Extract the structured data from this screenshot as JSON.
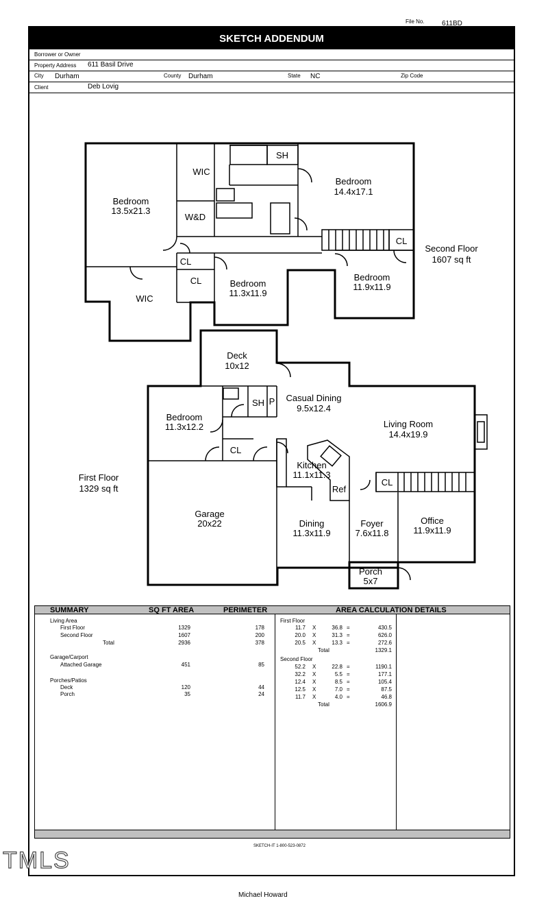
{
  "header": {
    "file_no_label": "File No.",
    "file_no": "611BD",
    "title": "SKETCH ADDENDUM",
    "borrower_label": "Borrower or Owner",
    "borrower": "",
    "property_label": "Property Address",
    "property": "611 Basil Drive",
    "city_label": "City",
    "city": "Durham",
    "county_label": "County",
    "county": "Durham",
    "state_label": "State",
    "state": "NC",
    "zip_label": "Zip Code",
    "zip": "",
    "client_label": "Client",
    "client": "Deb Lovig"
  },
  "sketch": {
    "second_floor": {
      "caption": "Second Floor",
      "area": "1607 sq ft",
      "rooms": [
        {
          "name": "Bedroom",
          "dims": "13.5x21.3"
        },
        {
          "name": "WIC",
          "dims": ""
        },
        {
          "name": "SH",
          "dims": ""
        },
        {
          "name": "Bedroom",
          "dims": "14.4x17.1"
        },
        {
          "name": "W&D",
          "dims": ""
        },
        {
          "name": "CL",
          "dims": ""
        },
        {
          "name": "CL",
          "dims": ""
        },
        {
          "name": "CL",
          "dims": ""
        },
        {
          "name": "Bedroom",
          "dims": "11.3x11.9"
        },
        {
          "name": "Bedroom",
          "dims": "11.9x11.9"
        },
        {
          "name": "WIC",
          "dims": ""
        }
      ]
    },
    "first_floor": {
      "caption": "First Floor",
      "area": "1329 sq ft",
      "rooms": [
        {
          "name": "Deck",
          "dims": "10x12"
        },
        {
          "name": "SH",
          "dims": ""
        },
        {
          "name": "P",
          "dims": ""
        },
        {
          "name": "Casual Dining",
          "dims": "9.5x12.4"
        },
        {
          "name": "Bedroom",
          "dims": "11.3x12.2"
        },
        {
          "name": "Living Room",
          "dims": "14.4x19.9"
        },
        {
          "name": "CL",
          "dims": ""
        },
        {
          "name": "Kitchen",
          "dims": "11.1x11.3"
        },
        {
          "name": "Ref",
          "dims": ""
        },
        {
          "name": "CL",
          "dims": ""
        },
        {
          "name": "Garage",
          "dims": "20x22"
        },
        {
          "name": "Dining",
          "dims": "11.3x11.9"
        },
        {
          "name": "Foyer",
          "dims": "7.6x11.8"
        },
        {
          "name": "Office",
          "dims": "11.9x11.9"
        },
        {
          "name": "Porch",
          "dims": "5x7"
        }
      ]
    }
  },
  "summary": {
    "headers": {
      "summary": "SUMMARY",
      "sqft": "SQ FT AREA",
      "perimeter": "PERIMETER",
      "details": "AREA CALCULATION DETAILS"
    },
    "groups": [
      {
        "title": "Living Area",
        "rows": [
          {
            "label": "First Floor",
            "area": "1329",
            "perimeter": "178"
          },
          {
            "label": "Second Floor",
            "area": "1607",
            "perimeter": "200"
          },
          {
            "label": "Total",
            "area": "2936",
            "perimeter": "378"
          }
        ]
      },
      {
        "title": "Garage/Carport",
        "rows": [
          {
            "label": "Attached Garage",
            "area": "451",
            "perimeter": "85"
          }
        ]
      },
      {
        "title": "Porches/Patios",
        "rows": [
          {
            "label": "Deck",
            "area": "120",
            "perimeter": "44"
          },
          {
            "label": "Porch",
            "area": "35",
            "perimeter": "24"
          }
        ]
      }
    ],
    "details": [
      {
        "title": "First Floor",
        "rows": [
          {
            "a": "11.7",
            "x": "X",
            "b": "36.8",
            "eq": "=",
            "v": "430.5"
          },
          {
            "a": "20.0",
            "x": "X",
            "b": "31.3",
            "eq": "=",
            "v": "626.0"
          },
          {
            "a": "20.5",
            "x": "X",
            "b": "13.3",
            "eq": "=",
            "v": "272.6"
          }
        ],
        "total_label": "Total",
        "total": "1329.1"
      },
      {
        "title": "Second Floor",
        "rows": [
          {
            "a": "52.2",
            "x": "X",
            "b": "22.8",
            "eq": "=",
            "v": "1190.1"
          },
          {
            "a": "32.2",
            "x": "X",
            "b": "5.5",
            "eq": "=",
            "v": "177.1"
          },
          {
            "a": "12.4",
            "x": "X",
            "b": "8.5",
            "eq": "=",
            "v": "105.4"
          },
          {
            "a": "12.5",
            "x": "X",
            "b": "7.0",
            "eq": "=",
            "v": "87.5"
          },
          {
            "a": "11.7",
            "x": "X",
            "b": "4.0",
            "eq": "=",
            "v": "46.8"
          }
        ],
        "total_label": "Total",
        "total": "1606.9"
      }
    ]
  },
  "footer": {
    "sketchit": "SKETCH-IT 1-800-523-0872",
    "watermark": "TMLS",
    "signer": "Michael Howard"
  }
}
